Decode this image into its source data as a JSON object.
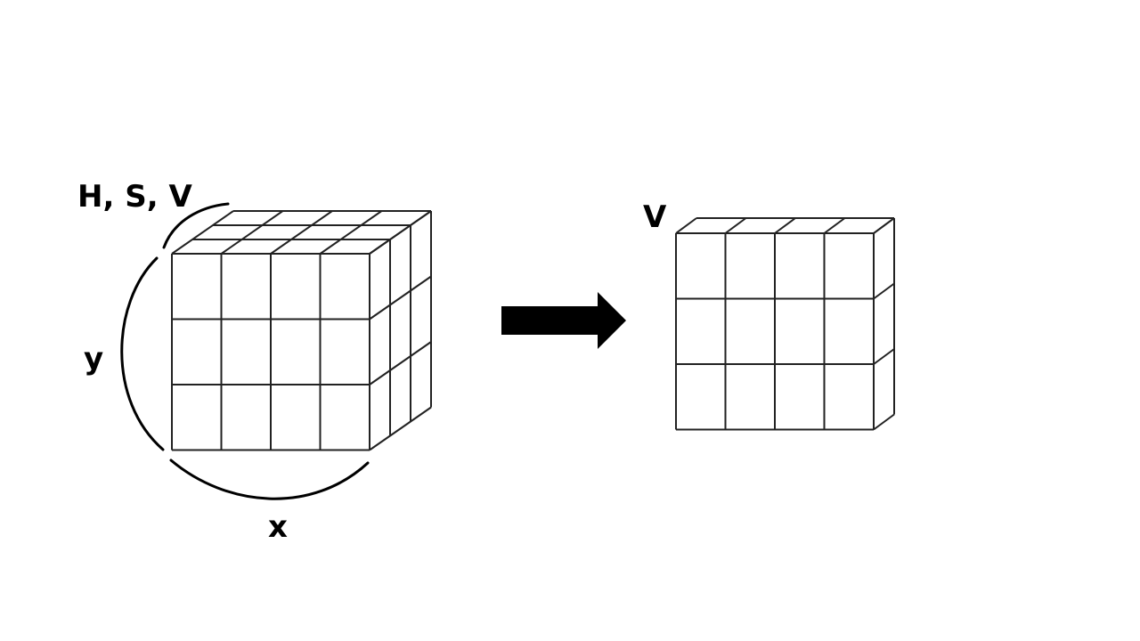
{
  "left_cube": {
    "label_channels": "H, S, V",
    "label_y": "y",
    "label_x": "x",
    "columns": 4,
    "rows": 3,
    "depth": 3
  },
  "arrow": {
    "color": "#000000"
  },
  "right_cube": {
    "label_channel": "V",
    "columns": 4,
    "rows": 3,
    "depth": 1
  },
  "colors": {
    "line": "#222222",
    "text": "#000000"
  }
}
